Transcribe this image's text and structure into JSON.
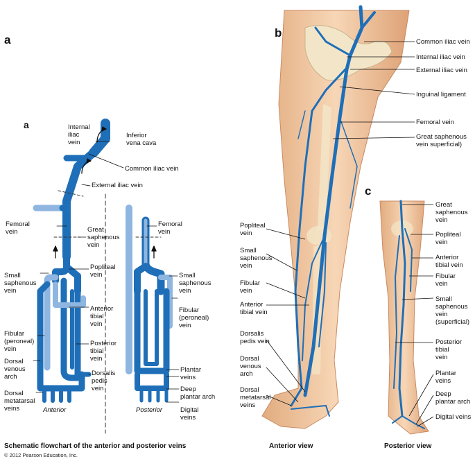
{
  "panel_letters": {
    "fig": "a",
    "left": "a",
    "anterior_photo": "b",
    "posterior_photo": "c"
  },
  "schematic": {
    "labels": {
      "internal_iliac": "Internal\niliac\nvein",
      "inferior_vena_cava": "Inferior\nvena cava",
      "common_iliac": "Common iliac vein",
      "external_iliac": "External iliac vein",
      "femoral_left": "Femoral\nvein",
      "great_saphenous": "Great\nsaphenous\nvein",
      "femoral_right": "Femoral\nvein",
      "small_saphenous_left": "Small\nsaphenous\nvein",
      "popliteal": "Popliteal\nvein",
      "small_saphenous_right": "Small\nsaphenous\nvein",
      "anterior_tibial": "Anterior\ntibial\nvein",
      "fibular_left": "Fibular\n(peroneal)\nvein",
      "fibular_right": "Fibular\n(peroneal)\nvein",
      "posterior_tibial": "Posterior\ntibial\nvein",
      "plantar": "Plantar\nveins",
      "dorsal_venous_arch": "Dorsal\nvenous\narch",
      "dorsalis_pedis": "Dorsalis\npedis\nvein",
      "deep_plantar_arch": "Deep\nplantar arch",
      "dorsal_metatarsal": "Dorsal\nmetatarsal\nveins",
      "digital": "Digital\nveins",
      "anterior": "Anterior",
      "posterior": "Posterior"
    },
    "caption": "Schematic flowchart of the anterior and posterior veins"
  },
  "anterior_view": {
    "labels": {
      "common_iliac": "Common iliac vein",
      "internal_iliac": "Internal iliac vein",
      "external_iliac": "External iliac vein",
      "inguinal_ligament": "Inguinal ligament",
      "femoral": "Femoral vein",
      "great_saphenous": "Great saphenous\nvein superficial)",
      "popliteal": "Popliteal\nvein",
      "small_saphenous": "Small\nsaphenous\nvein",
      "fibular": "Fibular\nvein",
      "anterior_tibial": "Anterior\ntibial vein",
      "dorsalis_pedis": "Dorsalis\npedis vein",
      "dorsal_venous_arch": "Dorsal\nvenous\narch",
      "dorsal_metatarsal": "Dorsal\nmetatarsal\nveins"
    },
    "caption": "Anterior view"
  },
  "posterior_view": {
    "labels": {
      "great_saphenous": "Great\nsaphenous\nvein",
      "popliteal": "Popliteal\nvein",
      "anterior_tibial": "Anterior\ntibial vein",
      "fibular": "Fibular\nvein",
      "small_saphenous": "Small\nsaphenous\nvein\n(superficial)",
      "posterior_tibial": "Posterior\ntibial\nvein",
      "plantar": "Plantar\nveins",
      "deep_plantar_arch": "Deep\nplantar arch",
      "digital": "Digital veins"
    },
    "caption": "Posterior view"
  },
  "copyright": "© 2012 Pearson Education, Inc.",
  "colors": {
    "vein_dark": "#1f6fb8",
    "vein_light": "#8fb6e0",
    "skin": "#efc59f",
    "bone": "#f3e6c8",
    "line": "#111111"
  }
}
